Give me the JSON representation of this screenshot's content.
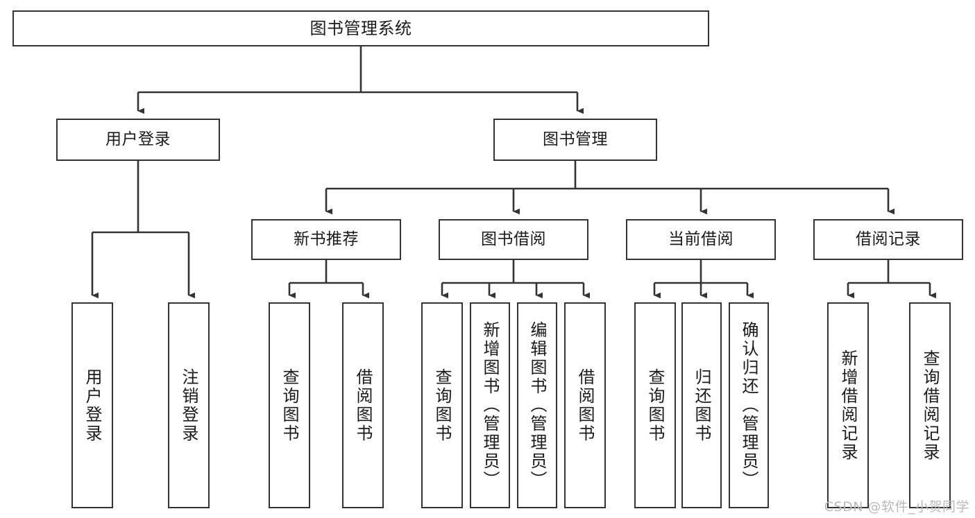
{
  "diagram": {
    "title": "图书管理系统",
    "type": "hierarchy-tree",
    "watermark": "CSDN @软件_小贺同学",
    "colors": {
      "box_border": "#333333",
      "box_fill": "#ffffff",
      "connector": "#333333",
      "text": "#1a1a1a",
      "watermark": "#b9b9b9"
    },
    "levels": [
      {
        "level": 1,
        "nodes": [
          {
            "id": "root",
            "label": "图书管理系统",
            "orientation": "horizontal"
          }
        ]
      },
      {
        "level": 2,
        "nodes": [
          {
            "id": "l2-user-login",
            "label": "用户登录",
            "orientation": "horizontal",
            "parent": "root"
          },
          {
            "id": "l2-book-mgmt",
            "label": "图书管理",
            "orientation": "horizontal",
            "parent": "root"
          }
        ]
      },
      {
        "level": 3,
        "nodes": [
          {
            "id": "l3-new-book-rec",
            "label": "新书推荐",
            "orientation": "horizontal",
            "parent": "l2-book-mgmt"
          },
          {
            "id": "l3-book-borrow",
            "label": "图书借阅",
            "orientation": "horizontal",
            "parent": "l2-book-mgmt"
          },
          {
            "id": "l3-current-borrow",
            "label": "当前借阅",
            "orientation": "horizontal",
            "parent": "l2-book-mgmt"
          },
          {
            "id": "l3-borrow-record",
            "label": "借阅记录",
            "orientation": "horizontal",
            "parent": "l2-book-mgmt"
          }
        ]
      },
      {
        "level": 4,
        "nodes": [
          {
            "id": "leaf-user-login",
            "label": "用户登录",
            "orientation": "vertical",
            "parent": "l2-user-login"
          },
          {
            "id": "leaf-logout-login",
            "label": "注销登录",
            "orientation": "vertical",
            "parent": "l2-user-login"
          },
          {
            "id": "leaf-query-book-1",
            "label": "查询图书",
            "orientation": "vertical",
            "parent": "l3-new-book-rec"
          },
          {
            "id": "leaf-borrow-book-1",
            "label": "借阅图书",
            "orientation": "vertical",
            "parent": "l3-new-book-rec"
          },
          {
            "id": "leaf-query-book-2",
            "label": "查询图书",
            "orientation": "vertical",
            "parent": "l3-book-borrow"
          },
          {
            "id": "leaf-add-book-admin",
            "label": "新增图书（管理员）",
            "orientation": "vertical",
            "parent": "l3-book-borrow"
          },
          {
            "id": "leaf-edit-book-admin",
            "label": "编辑图书（管理员）",
            "orientation": "vertical",
            "parent": "l3-book-borrow"
          },
          {
            "id": "leaf-borrow-book-2",
            "label": "借阅图书",
            "orientation": "vertical",
            "parent": "l3-book-borrow"
          },
          {
            "id": "leaf-query-book-3",
            "label": "查询图书",
            "orientation": "vertical",
            "parent": "l3-current-borrow"
          },
          {
            "id": "leaf-return-book",
            "label": "归还图书",
            "orientation": "vertical",
            "parent": "l3-current-borrow"
          },
          {
            "id": "leaf-confirm-return-admin",
            "label": "确认归还（管理员）",
            "orientation": "vertical",
            "parent": "l3-current-borrow"
          },
          {
            "id": "leaf-add-borrow-record",
            "label": "新增借阅记录",
            "orientation": "vertical",
            "parent": "l3-borrow-record"
          },
          {
            "id": "leaf-query-borrow-record",
            "label": "查询借阅记录",
            "orientation": "vertical",
            "parent": "l3-borrow-record"
          }
        ]
      }
    ]
  }
}
